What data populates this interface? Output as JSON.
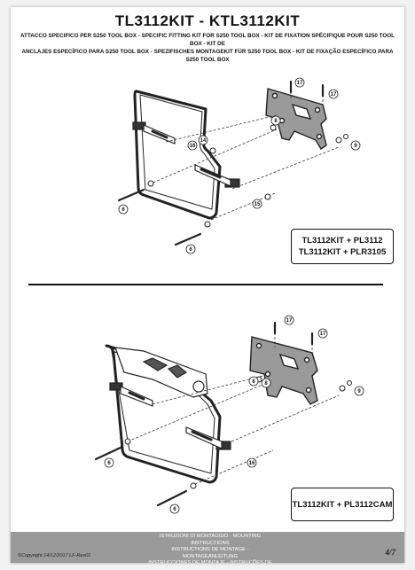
{
  "document": {
    "title": "TL3112KIT - KTL3112KIT",
    "subtitle_lines": "ATTACCO SPECIFICO PER S250 TOOL BOX - SPECIFIC FITTING KIT FOR S250 TOOL BOX - KIT DE FIXATION SPÉCIFIQUE POUR S250 TOOL BOX - KIT DE\nANCLAJES ESPECÍFICO PARA S250 TOOL BOX - SPEZIFISCHES MONTAGEKIT FÜR S250 TOOL BOX - KIT DE FIXAÇÃO ESPECÍFICO PARA S250 TOOL BOX"
  },
  "diagram1": {
    "kit_line1": "TL3112KIT + PL3112",
    "kit_line2": "TL3112KIT + PLR3105",
    "callouts": [
      "17",
      "17",
      "8",
      "14",
      "16",
      "9",
      "6",
      "15",
      "6"
    ]
  },
  "diagram2": {
    "kit_line1": "TL3112KIT + PL3112CAM",
    "callouts": [
      "17",
      "17",
      "8",
      "8",
      "9",
      "6",
      "16",
      "6"
    ]
  },
  "footer": {
    "instructions": "ISTRUZIONI DI MONTAGGIO  -  MOUNTING INSTRUCTIONS\nINSTRUCTIONS DE MONTAGE  -  MONTAGEANLEITUNG\nINSTRUCCIONES DE MONTAJE  -  INSTRUÇÕES DE MONTAGEM",
    "copyright": "©Copyright 14/12/2017 LF-Rev01",
    "page": "4/7"
  }
}
